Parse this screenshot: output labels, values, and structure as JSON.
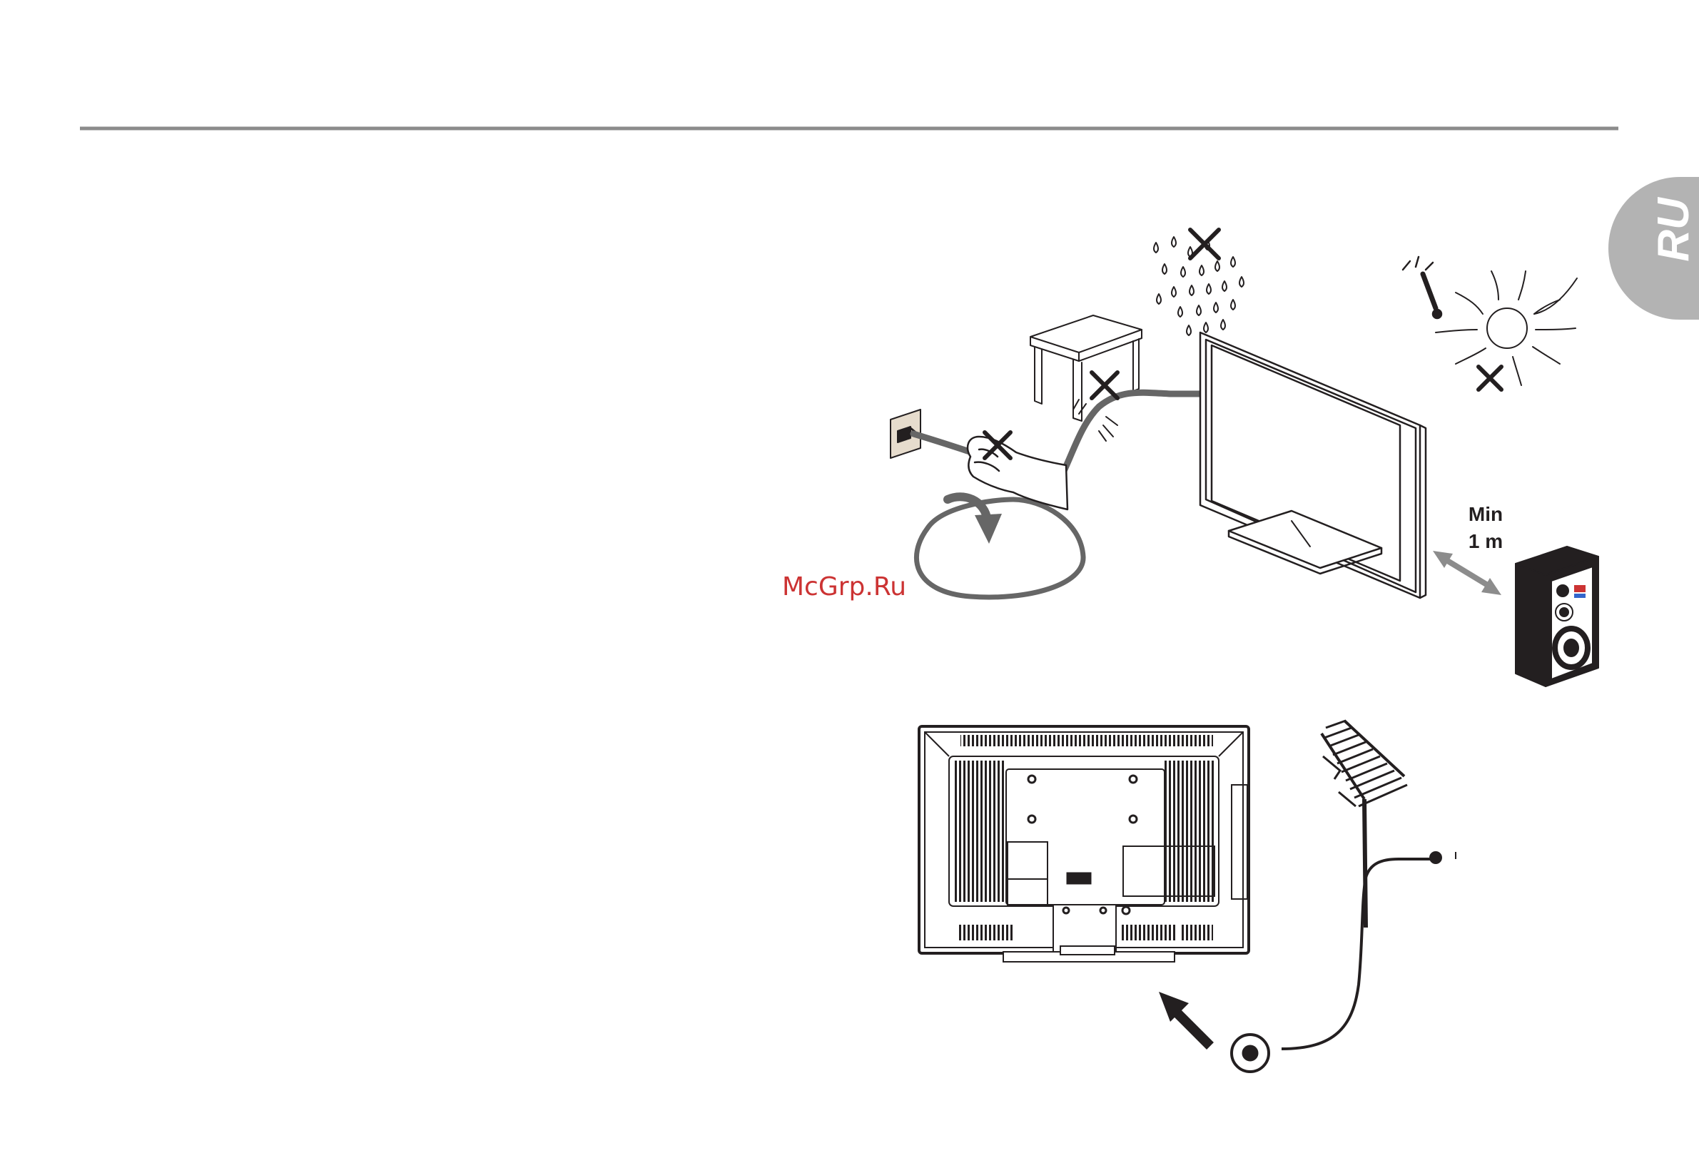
{
  "language_tab": {
    "label": "RU"
  },
  "distance_note": {
    "line1": "Min",
    "line2": "1 m"
  },
  "watermark": {
    "text": "McGrp.Ru"
  },
  "colors": {
    "rule": "#8c8c8c",
    "tab_fill": "#b3b3b3",
    "watermark": "#cc3333",
    "cable": "#666666",
    "ink": "#231f20"
  },
  "icons": {
    "prohibited_marks": [
      "rain-prohibited-icon",
      "table-cable-prohibited-icon",
      "hand-pull-prohibited-icon",
      "sun-prohibited-icon"
    ],
    "objects": [
      "wall-socket-icon",
      "side-table-icon",
      "tv-front-icon",
      "thermometer-icon",
      "sun-icon",
      "speaker-icon",
      "tv-back-icon",
      "antenna-icon",
      "coax-connector-icon"
    ]
  }
}
